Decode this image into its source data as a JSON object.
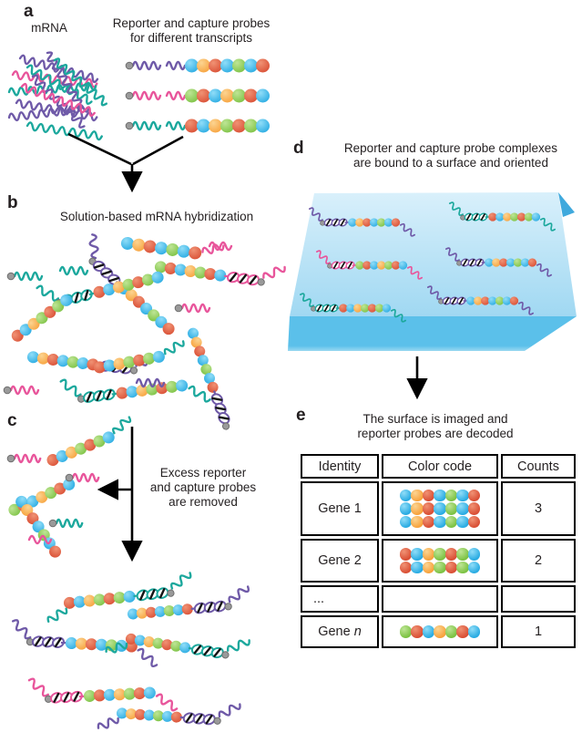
{
  "figure": {
    "background": "#ffffff",
    "text_color": "#231f20"
  },
  "palette": {
    "beads": {
      "blue": {
        "base": "#29abe2",
        "light": "#90ddf8"
      },
      "orange": {
        "base": "#f7a23c",
        "light": "#fcd491"
      },
      "red": {
        "base": "#d94f35",
        "light": "#f09274"
      },
      "green": {
        "base": "#7cc243",
        "light": "#bee595"
      }
    },
    "strands": {
      "purple": "#6f5aa8",
      "pink": "#e8559b",
      "teal": "#1ca89d"
    },
    "capture_dot": "#9a9a9a",
    "capture_dot_stroke": "#6e6e6e",
    "helix_stripe": "#141414",
    "arrow": "#000000",
    "surface": {
      "top_light": "#d9f0fb",
      "top_dark": "#a0d8f2",
      "front": "#5bc0ea",
      "front_bottom": "#9ad8f1",
      "fold": "#3fa9dd"
    }
  },
  "sequences": {
    "gene1": [
      "blue",
      "orange",
      "red",
      "blue",
      "green",
      "blue",
      "red"
    ],
    "gene2": [
      "red",
      "blue",
      "orange",
      "green",
      "red",
      "green",
      "blue"
    ],
    "genen": [
      "green",
      "red",
      "blue",
      "orange",
      "green",
      "red",
      "blue"
    ]
  },
  "panel_a": {
    "label": "a",
    "mrna_label": "mRNA",
    "caption": [
      "Reporter and capture probes",
      "for different transcripts"
    ],
    "probes": [
      {
        "strand": "purple",
        "seq": "gene1"
      },
      {
        "strand": "pink",
        "seq": "genen"
      },
      {
        "strand": "teal",
        "seq": "gene2"
      }
    ]
  },
  "panel_b": {
    "label": "b",
    "caption": [
      "Solution-based mRNA hybridization"
    ]
  },
  "panel_c": {
    "label": "c",
    "caption": [
      "Excess reporter",
      "and capture probes",
      "are removed"
    ]
  },
  "panel_d": {
    "label": "d",
    "caption": [
      "Reporter and capture probe complexes",
      "are bound to a surface and oriented"
    ]
  },
  "panel_e": {
    "label": "e",
    "caption": [
      "The surface is imaged and",
      "reporter probes are decoded"
    ],
    "table": {
      "headers": [
        "Identity",
        "Color code",
        "Counts"
      ],
      "rows": [
        {
          "name": "Gene 1",
          "name_italic": "",
          "seq": "gene1",
          "code_rows": 3,
          "counts": "3"
        },
        {
          "name": "Gene 2",
          "name_italic": "",
          "seq": "gene2",
          "code_rows": 2,
          "counts": "2"
        },
        {
          "name": "...",
          "name_italic": "",
          "seq": "",
          "code_rows": 0,
          "counts": ""
        },
        {
          "name": "Gene ",
          "name_italic": "n",
          "seq": "genen",
          "code_rows": 1,
          "counts": "1"
        }
      ]
    }
  }
}
